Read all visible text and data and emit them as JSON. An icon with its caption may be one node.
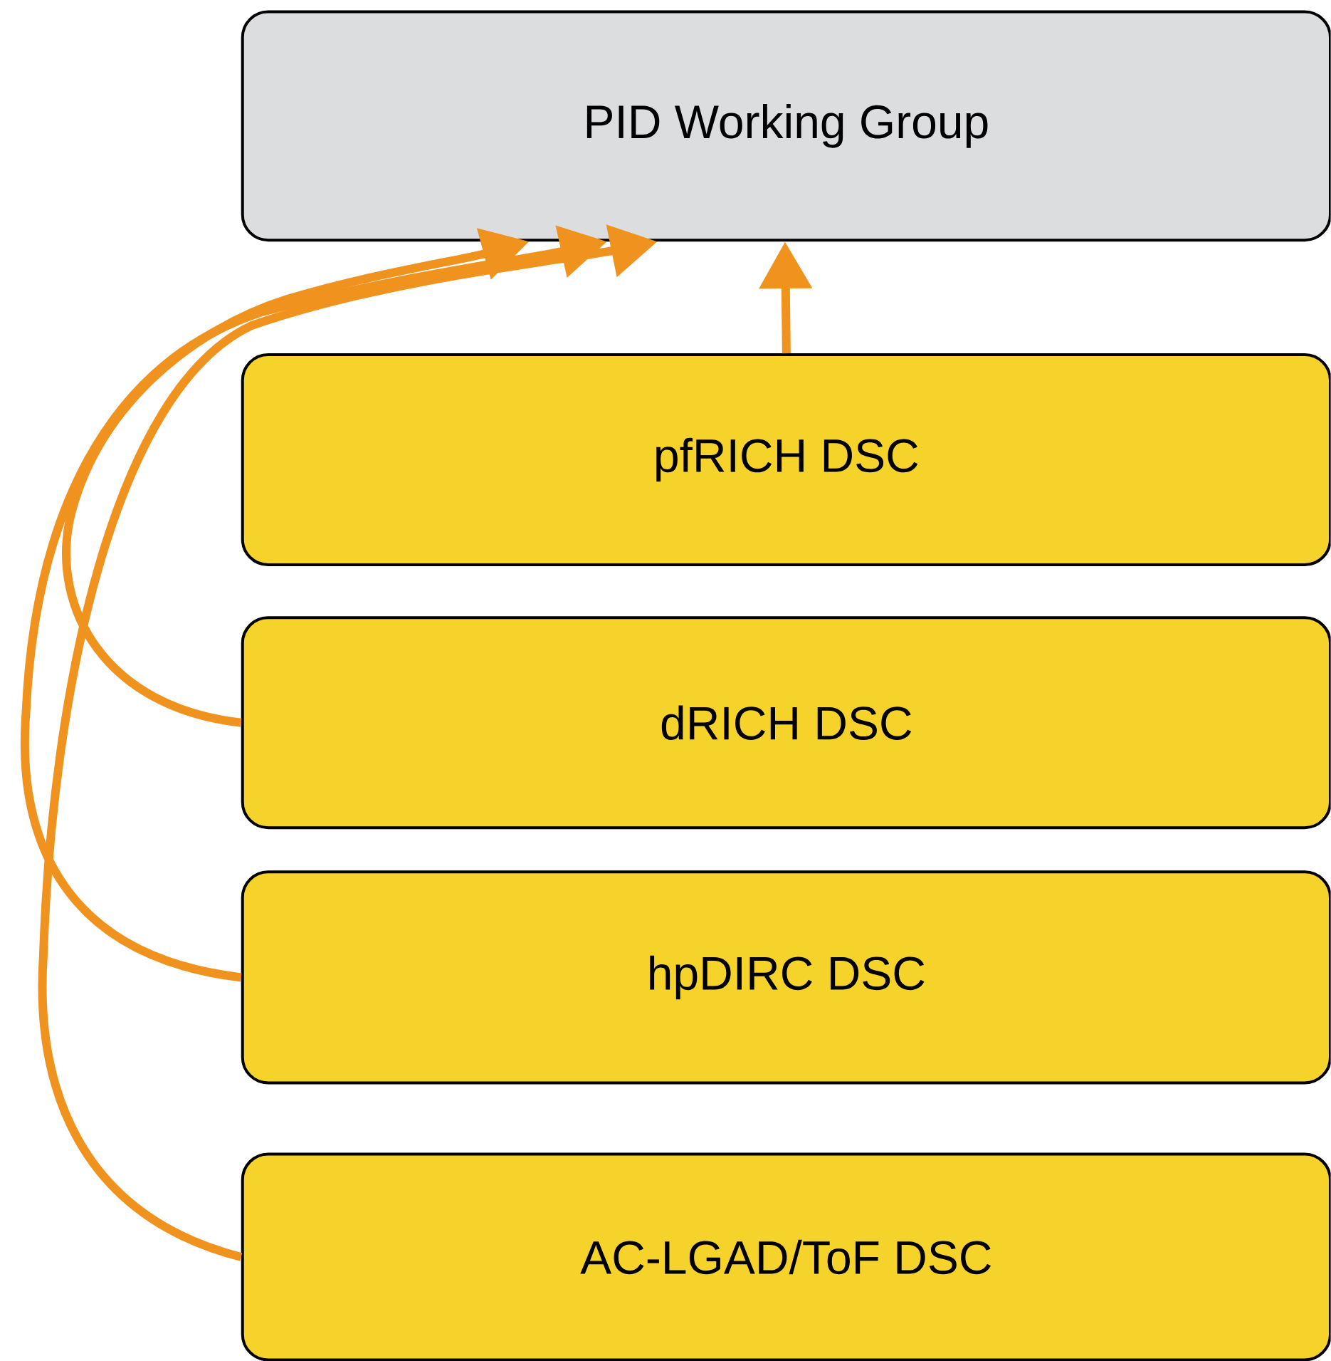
{
  "diagram": {
    "nodes": [
      {
        "text": [
          "PID Working Group"
        ]
      },
      {
        "text": [
          "pfRICH DSC"
        ]
      },
      {
        "text": [
          "dRICH DSC"
        ]
      },
      {
        "text": [
          "hpDIRC DSC"
        ]
      },
      {
        "text": [
          "AC-LGAD/ToF DSC"
        ]
      }
    ],
    "edges": [
      {
        "from": 1,
        "to": 0,
        "arrow": "to"
      },
      {
        "from": 2,
        "to": 0,
        "arrow": "to"
      },
      {
        "from": 3,
        "to": 0,
        "arrow": "to"
      },
      {
        "from": 4,
        "to": 0,
        "arrow": "to"
      }
    ]
  }
}
